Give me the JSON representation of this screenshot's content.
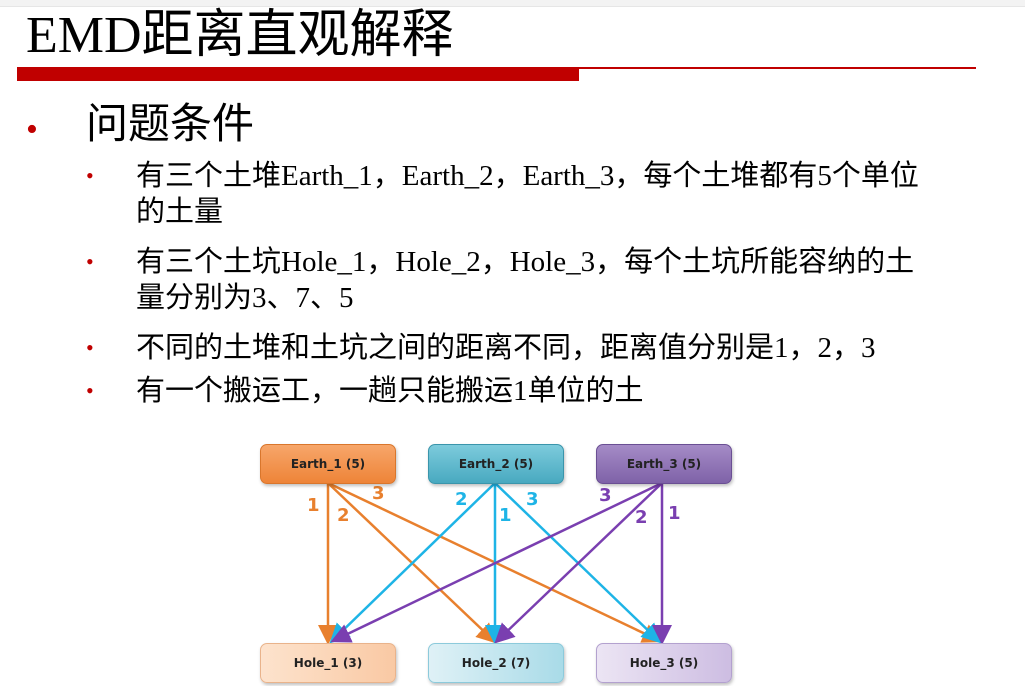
{
  "slide": {
    "title": "EMD距离直观解释",
    "accent_color": "#c00000",
    "heading": "问题条件",
    "bullet_glyph": "•",
    "points": [
      {
        "line1": "有三个土堆Earth_1，Earth_2，Earth_3，每个土堆都有5个单位",
        "line2": "的土量"
      },
      {
        "line1": "有三个土坑Hole_1，Hole_2，Hole_3，每个土坑所能容纳的土",
        "line2": "量分别为3、7、5"
      },
      {
        "line1": "不同的土堆和土坑之间的距离不同，距离值分别是1，2，3",
        "line2": ""
      },
      {
        "line1": "有一个搬运工，一趟只能搬运1单位的土",
        "line2": ""
      }
    ]
  },
  "diagram": {
    "sources": [
      {
        "label": "Earth_1 (5)",
        "color": "#ee8438"
      },
      {
        "label": "Earth_2 (5)",
        "color": "#48a9c0"
      },
      {
        "label": "Earth_3 (5)",
        "color": "#7f62a8"
      }
    ],
    "targets": [
      {
        "label": "Hole_1 (3)"
      },
      {
        "label": "Hole_2 (7)"
      },
      {
        "label": "Hole_3 (5)"
      }
    ],
    "edges": [
      {
        "from": "Earth_1",
        "to": "Hole_1",
        "distance": "1",
        "color": "#e8802e"
      },
      {
        "from": "Earth_1",
        "to": "Hole_2",
        "distance": "2",
        "color": "#e8802e"
      },
      {
        "from": "Earth_1",
        "to": "Hole_3",
        "distance": "3",
        "color": "#e8802e"
      },
      {
        "from": "Earth_2",
        "to": "Hole_1",
        "distance": "2",
        "color": "#1eb4e6"
      },
      {
        "from": "Earth_2",
        "to": "Hole_2",
        "distance": "1",
        "color": "#1eb4e6"
      },
      {
        "from": "Earth_2",
        "to": "Hole_3",
        "distance": "3",
        "color": "#1eb4e6"
      },
      {
        "from": "Earth_3",
        "to": "Hole_1",
        "distance": "3",
        "color": "#7a3fb0"
      },
      {
        "from": "Earth_3",
        "to": "Hole_2",
        "distance": "2",
        "color": "#7a3fb0"
      },
      {
        "from": "Earth_3",
        "to": "Hole_3",
        "distance": "1",
        "color": "#7a3fb0"
      }
    ]
  }
}
